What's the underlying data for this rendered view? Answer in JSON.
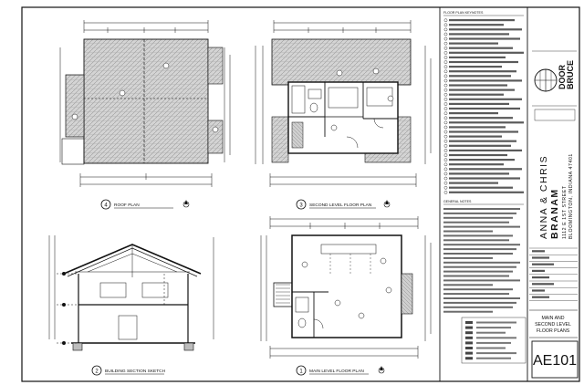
{
  "views": {
    "roof_plan": {
      "number": "4",
      "title": "ROOF PLAN"
    },
    "second_floor": {
      "number": "3",
      "title": "SECOND LEVEL FLOOR PLAN"
    },
    "section": {
      "number": "2",
      "title": "BUILDING SECTION SKETCH"
    },
    "main_floor": {
      "number": "1",
      "title": "MAIN LEVEL FLOOR PLAN"
    }
  },
  "notes": {
    "floor_plan_keynotes": "FLOOR PLAN KEYNOTES",
    "general_notes": "GENERAL NOTES"
  },
  "firm": {
    "line1": "DOOR",
    "line2": "BRUCE"
  },
  "project": {
    "client_line1": "ANNA & CHRIS",
    "client_line2": "BRANAM",
    "address_line1": "1112 E 1ST STREET",
    "address_line2": "BLOOMINGTON, INDIANA 47401"
  },
  "sheet": {
    "title_line1": "MAIN AND",
    "title_line2": "SECOND LEVEL",
    "title_line3": "FLOOR PLANS",
    "number": "AE101"
  }
}
